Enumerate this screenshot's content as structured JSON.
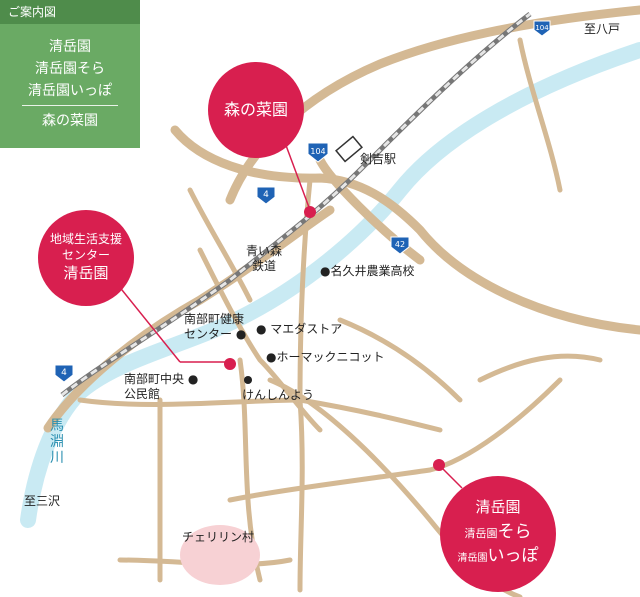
{
  "legend": {
    "header": "ご案内図",
    "items": [
      "清岳園",
      "清岳園そら",
      "清岳園いっぽ",
      "森の菜園"
    ]
  },
  "places": {
    "morinosaien": "森の菜園",
    "chiiki_lines": [
      "地域生活支援",
      "センター",
      "清岳園"
    ],
    "seigakuen_main": "清岳園",
    "seigakuen_sora_small": "清岳園",
    "seigakuen_sora_big": "そら",
    "seigakuen_ippo_small": "清岳園",
    "seigakuen_ippo_big": "いっぽ"
  },
  "labels": {
    "to_hachinohe": "至八戸",
    "to_sannohe": "至三沢",
    "kengi_station": "剣吉駅",
    "aoimori_lines": [
      "青い森",
      "鉄道"
    ],
    "nagui_high": "●名久井農業高校",
    "kenko_center_lines": [
      "南部町健康",
      "センター ●"
    ],
    "maeda_store": "● マエダストア",
    "homac": "●ホーマックニコット",
    "kominkan_lines": [
      "南部町中央 ●",
      "公民館"
    ],
    "kenshin": "けんしんよう",
    "cherry_village": "チェリリン村",
    "river_name_lines": [
      "馬",
      "淵",
      "川"
    ]
  },
  "routes": {
    "r104_top": "104",
    "r104_mid": "104",
    "r4_top": "4",
    "r4_left": "4",
    "r42": "42"
  },
  "colors": {
    "road": "#d4b994",
    "river": "#c9eaf3",
    "rail_dark": "#777777",
    "rail_light": "#e6e6e6",
    "pin": "#d81f4f",
    "legend_bg": "#6aaa64",
    "legend_header": "#4f8c4b",
    "shield": "#1f63b5",
    "cherry_village": "#f7d1d4"
  }
}
